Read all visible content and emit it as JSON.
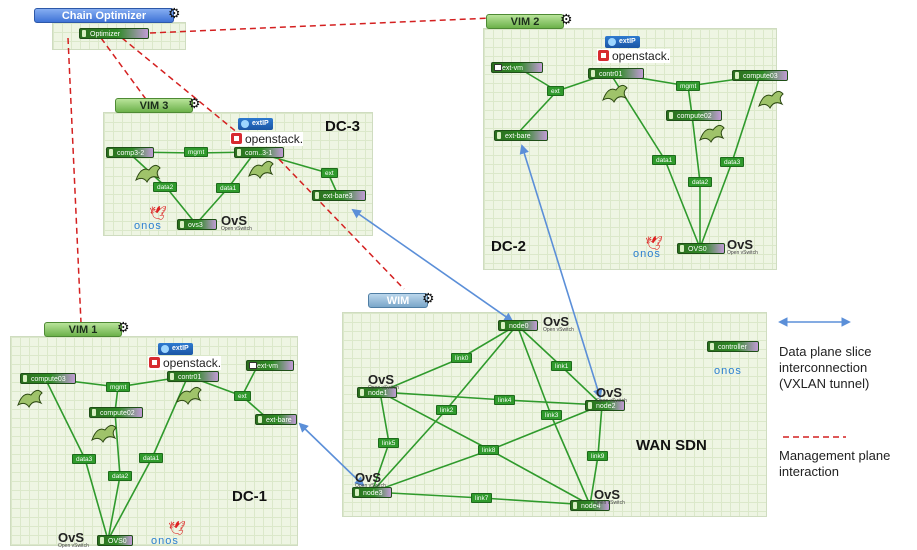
{
  "orchestration": {
    "chain_optimizer": "Chain Optimizer",
    "optimizer_node": "Optimizer",
    "wim": "WIM"
  },
  "dc1": {
    "vim": "VIM 1",
    "label": "DC-1",
    "extip": "extIP",
    "openstack": "openstack.",
    "nodes": {
      "compute03": "compute03",
      "control01": "contr01",
      "compute02": "compute02",
      "extvm": "ext-vm",
      "extbare": "ext-bare",
      "ovs": "OVS0"
    },
    "links": {
      "mgmt": "mgmt",
      "ext": "ext",
      "data3": "data3",
      "data2": "data2",
      "data1": "data1"
    }
  },
  "dc2": {
    "vim": "VIM 2",
    "label": "DC-2",
    "extip": "extIP",
    "openstack": "openstack.",
    "nodes": {
      "extvm": "ext-vm",
      "control01": "contr01",
      "compute03": "compute03",
      "compute02": "compute02",
      "extbare": "ext-bare",
      "ovs": "OVS0"
    },
    "links": {
      "ext": "ext",
      "mgmt": "mgmt",
      "data1": "data1",
      "data2": "data2",
      "data3": "data3"
    }
  },
  "dc3": {
    "vim": "VIM 3",
    "label": "DC-3",
    "extip": "extIP",
    "openstack": "openstack.",
    "nodes": {
      "comp32": "comp3-2",
      "comp31": "com..3-1",
      "extbare3": "ext-bare3",
      "ovs3": "ovs3"
    },
    "links": {
      "mgmt": "mgmt",
      "ext": "ext",
      "data2": "data2",
      "data1": "data1"
    }
  },
  "wan": {
    "label": "WAN SDN",
    "nodes": {
      "node0": "node0",
      "node1": "node1",
      "node2": "node2",
      "node3": "node3",
      "node4": "node4",
      "controller": "controller"
    },
    "links": {
      "link0": "link0",
      "link1": "link1",
      "link2": "link2",
      "link3": "link3",
      "link4": "link4",
      "link5": "link5",
      "link7": "link7",
      "link8": "link8",
      "link9": "link9"
    }
  },
  "brands": {
    "ovs": "OvS",
    "ovs_sub": "Open vSwitch",
    "onos": "onos"
  },
  "legend": {
    "data_plane": [
      "Data plane slice",
      "interconnection",
      "(VXLAN tunnel)"
    ],
    "management": [
      "Management plane",
      "interaction"
    ]
  },
  "colors": {
    "data_plane": "#5b8fd8",
    "management": "#d42020",
    "link_green": "#2f9a2c"
  }
}
